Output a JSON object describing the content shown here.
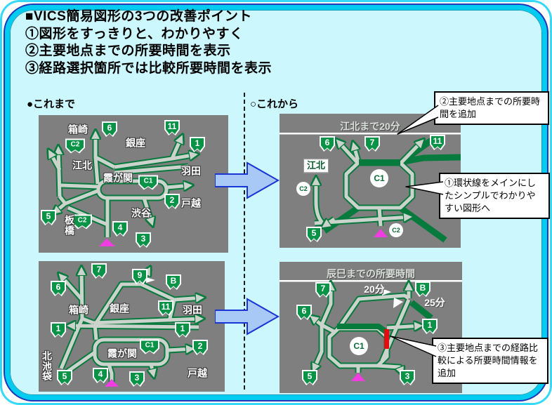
{
  "page": {
    "title_lines": [
      "■VICS簡易図形の3つの改善ポイント",
      "①図形をすっきりと、わかりやすく",
      "②主要地点までの所要時間を表示",
      "③経路選択箇所では比較所要時間を表示"
    ],
    "column_before": "●これまで",
    "column_after": "○これから"
  },
  "callouts": {
    "point1": "①環状線をメインにしたシンプルでわかりやすい図形へ",
    "point2": "②主要地点までの所要時間を追加",
    "point3": "③主要地点までの経路比較による所要時間情報を追加"
  },
  "maps": {
    "before_top": {
      "badges": {
        "r6": "6",
        "r11": "11",
        "r1": "1",
        "c2_top": "C2",
        "c1": "C1",
        "r2": "2",
        "r5": "5",
        "c2_bottom": "C2",
        "r4": "4",
        "r3": "3"
      },
      "labels": {
        "hakozaki": "箱崎",
        "ginza": "銀座",
        "kohoku": "江北",
        "kasumigaseki": "霞が関",
        "haneda": "羽田",
        "shibuya": "渋谷",
        "itabashi": "板橋",
        "togoshi": "戸越"
      }
    },
    "after_top": {
      "header": "江北まで20分",
      "badges": {
        "r6": "6",
        "r7": "7",
        "r11": "11",
        "r5": "5"
      },
      "circles": {
        "c2_left": "C2",
        "c1": "C1",
        "c2_bottom": "C2"
      },
      "labels": {
        "kohoku": "江北"
      }
    },
    "before_bottom": {
      "badges": {
        "r7": "7",
        "r9": "9",
        "r6": "6",
        "rB": "B",
        "r11": "11",
        "r1_left": "1",
        "r1_right": "1",
        "r2": "2",
        "c1": "C1",
        "r5": "5",
        "r4": "4",
        "r3": "3"
      },
      "labels": {
        "hakozaki": "箱崎",
        "ginza": "銀座",
        "haneda": "羽田",
        "kasumigaseki": "霞が関",
        "kita_ikebukuro": "北池袋",
        "togoshi": "戸越"
      }
    },
    "after_bottom": {
      "header": "辰巳までの所要時間",
      "badges": {
        "r7": "7",
        "rB": "B",
        "r6": "6",
        "r1": "1",
        "r5": "5",
        "r3": "3"
      },
      "circles": {
        "c1": "C1"
      },
      "times": {
        "via_left": "20分",
        "via_right": "25分"
      }
    }
  },
  "colors": {
    "frame_cyan": "#00ccf2",
    "panel_bg": "#ccf7fd",
    "map_bg": "#7f7f7f",
    "road_green": "#077a3e",
    "road_gray": "#ccd3cc",
    "badge_green": "#089347",
    "position_pink": "#f03ce0",
    "congestion_red": "#e20d12",
    "arrow_blue_fill": "#a8c8f6",
    "arrow_blue_stroke": "#1a35d6"
  }
}
